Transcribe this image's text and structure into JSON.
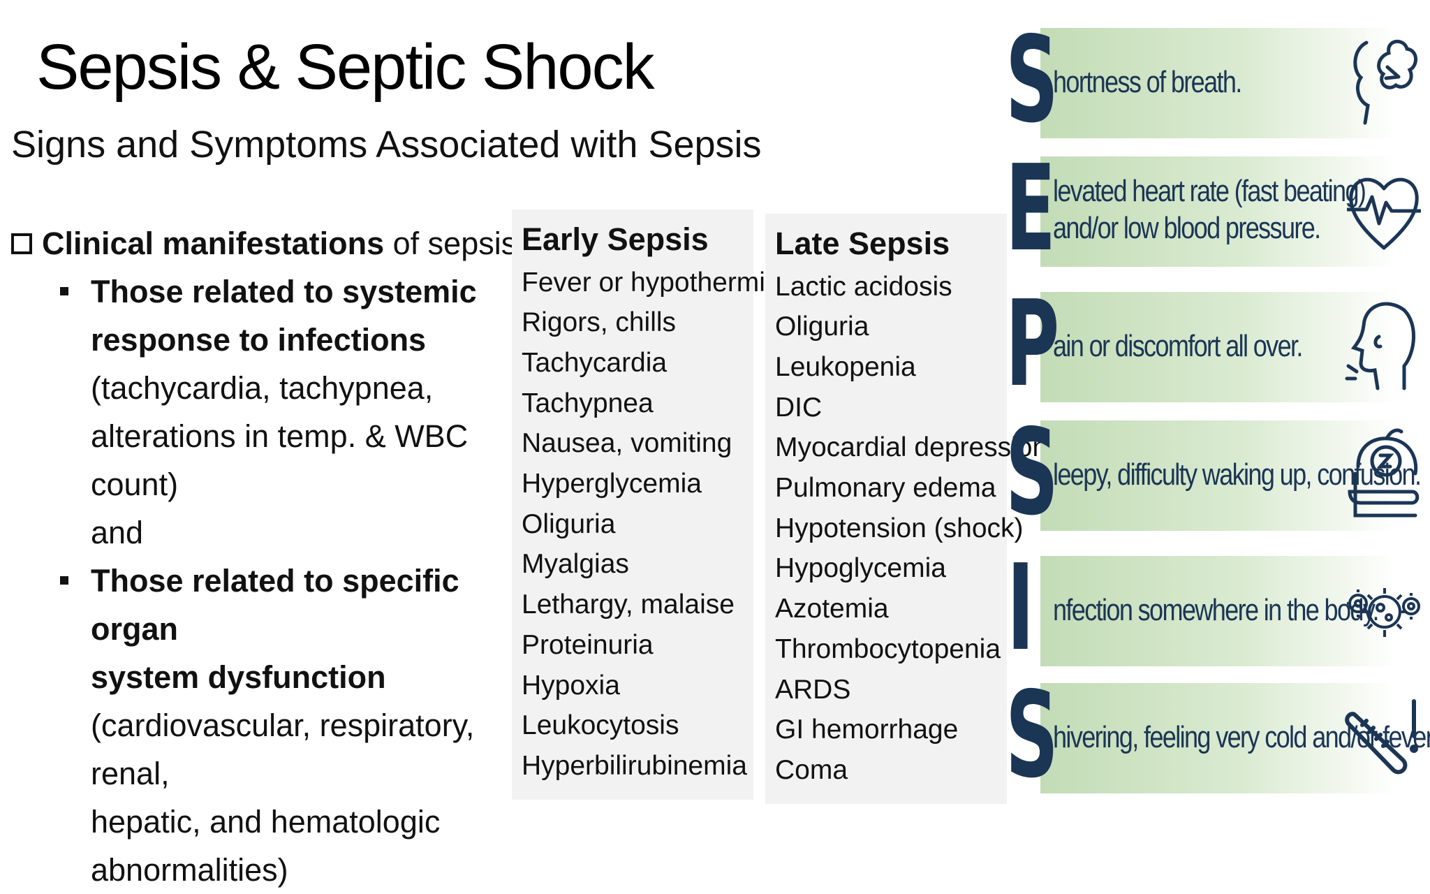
{
  "title": "Sepsis & Septic Shock",
  "subtitle": "Signs and Symptoms Associated with Sepsis",
  "clinical": {
    "lead_bold": "Clinical manifestations",
    "lead_rest": "of sepsis:",
    "items": [
      {
        "bold": [
          "Those related to systemic",
          "response to infections"
        ],
        "text": [
          "(tachycardia, tachypnea,",
          "alterations in temp. & WBC count)",
          "and"
        ]
      },
      {
        "bold": [
          "Those related to specific organ",
          "system dysfunction"
        ],
        "text": [
          "(cardiovascular, respiratory, renal,",
          "hepatic, and hematologic",
          "abnormalities)"
        ]
      }
    ]
  },
  "early": {
    "heading": "Early Sepsis",
    "items": [
      "Fever or hypothermia",
      "Rigors, chills",
      "Tachycardia",
      "Tachypnea",
      "Nausea, vomiting",
      "Hyperglycemia",
      "Oliguria",
      "Myalgias",
      "Lethargy, malaise",
      "Proteinuria",
      "Hypoxia",
      "Leukocytosis",
      "Hyperbilirubinemia"
    ]
  },
  "late": {
    "heading": "Late Sepsis",
    "items": [
      "Lactic acidosis",
      "Oliguria",
      "Leukopenia",
      "DIC",
      "Myocardial depression",
      "Pulmonary edema",
      "Hypotension (shock)",
      "Hypoglycemia",
      "Azotemia",
      "Thrombocytopenia",
      "ARDS",
      "GI hemorrhage",
      "Coma"
    ]
  },
  "sepsis_acronym": {
    "rows": [
      {
        "letter": "S",
        "lines": [
          "hortness of breath."
        ],
        "icon": "breath-icon"
      },
      {
        "letter": "E",
        "lines": [
          "levated heart rate (fast beating)",
          "and/or low blood pressure."
        ],
        "icon": "heart-icon"
      },
      {
        "letter": "P",
        "lines": [
          "ain or discomfort all over."
        ],
        "icon": "pain-head-icon"
      },
      {
        "letter": "S",
        "lines": [
          "leepy, difficulty waking up, confusion."
        ],
        "icon": "sleepy-icon"
      },
      {
        "letter": "I",
        "lines": [
          "nfection somewhere in the body."
        ],
        "icon": "germs-icon"
      },
      {
        "letter": "S",
        "lines": [
          "hivering, feeling very cold and/or fever."
        ],
        "icon": "thermometer-icon"
      }
    ]
  },
  "colors": {
    "navy": "#1b3555",
    "band_green": "#c3dcb6",
    "column_bg": "#f2f2f2"
  }
}
